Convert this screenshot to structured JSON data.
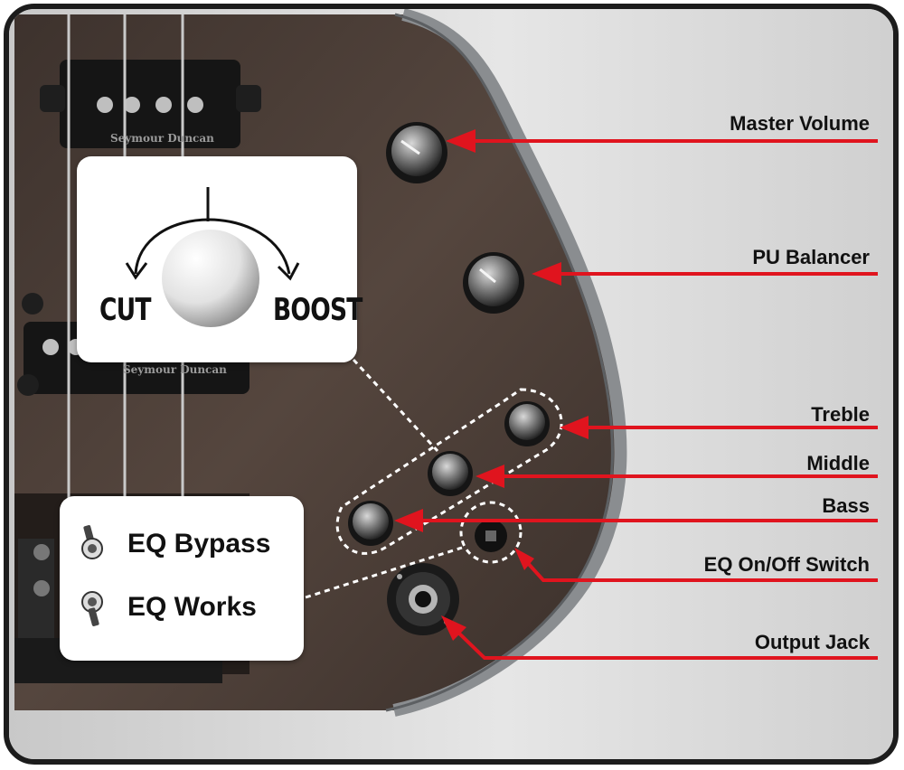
{
  "callouts": {
    "master_volume": "Master Volume",
    "pu_balancer": "PU Balancer",
    "treble": "Treble",
    "middle": "Middle",
    "bass": "Bass",
    "eq_switch": "EQ On/Off Switch",
    "output_jack": "Output Jack"
  },
  "knob_legend": {
    "cut": "CUT",
    "boost": "BOOST"
  },
  "eq_legend": {
    "bypass": "EQ Bypass",
    "works": "EQ Works"
  },
  "pickups": {
    "neck_brand": "Seymour Duncan",
    "bridge_brand": "Seymour Duncan"
  },
  "colors": {
    "arrow": "#e0141e",
    "body_wood": "#4a3d36",
    "frame": "#1c1c1c",
    "background": "#d9d9d9"
  }
}
